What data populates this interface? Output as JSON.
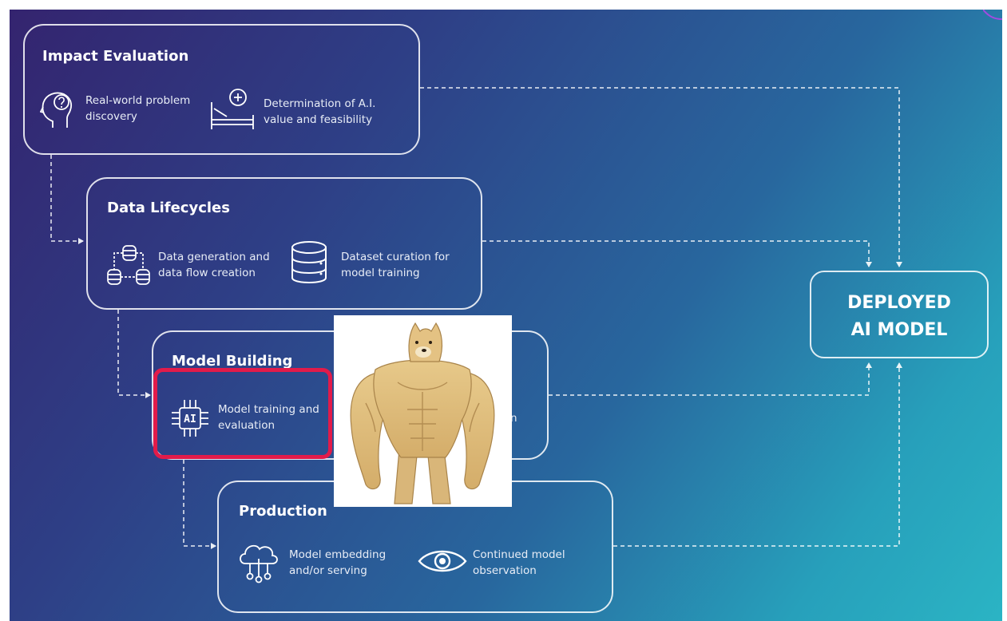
{
  "boxes": {
    "impact": {
      "title": "Impact Evaluation",
      "items": [
        {
          "icon": "head-question-icon",
          "text": "Real-world problem discovery"
        },
        {
          "icon": "scale-plus-icon",
          "text": "Determination of A.I. value and feasibility"
        }
      ]
    },
    "data": {
      "title": "Data Lifecycles",
      "items": [
        {
          "icon": "database-flow-icon",
          "text": "Data generation and data flow creation"
        },
        {
          "icon": "database-stack-icon",
          "text": "Dataset curation for model training"
        }
      ]
    },
    "model": {
      "title": "Model Building",
      "items": [
        {
          "icon": "ai-chip-icon",
          "text": "Model training and evaluation"
        },
        {
          "icon": "partial-hidden-icon",
          "text": "n"
        }
      ]
    },
    "production": {
      "title": "Production",
      "items": [
        {
          "icon": "cloud-network-icon",
          "text": "Model embedding and/or serving"
        },
        {
          "icon": "eye-icon",
          "text": "Continued model observation"
        }
      ]
    }
  },
  "deployed": {
    "line1": "DEPLOYED",
    "line2": "AI MODEL"
  },
  "overlay": {
    "meme_image": "buff-doge-meme",
    "highlight_color": "#e21b4a"
  },
  "colors": {
    "gradient_start": "#34246f",
    "gradient_end": "#2bb4c4",
    "line": "#ffffff",
    "frame_arc": "#a34be0"
  }
}
